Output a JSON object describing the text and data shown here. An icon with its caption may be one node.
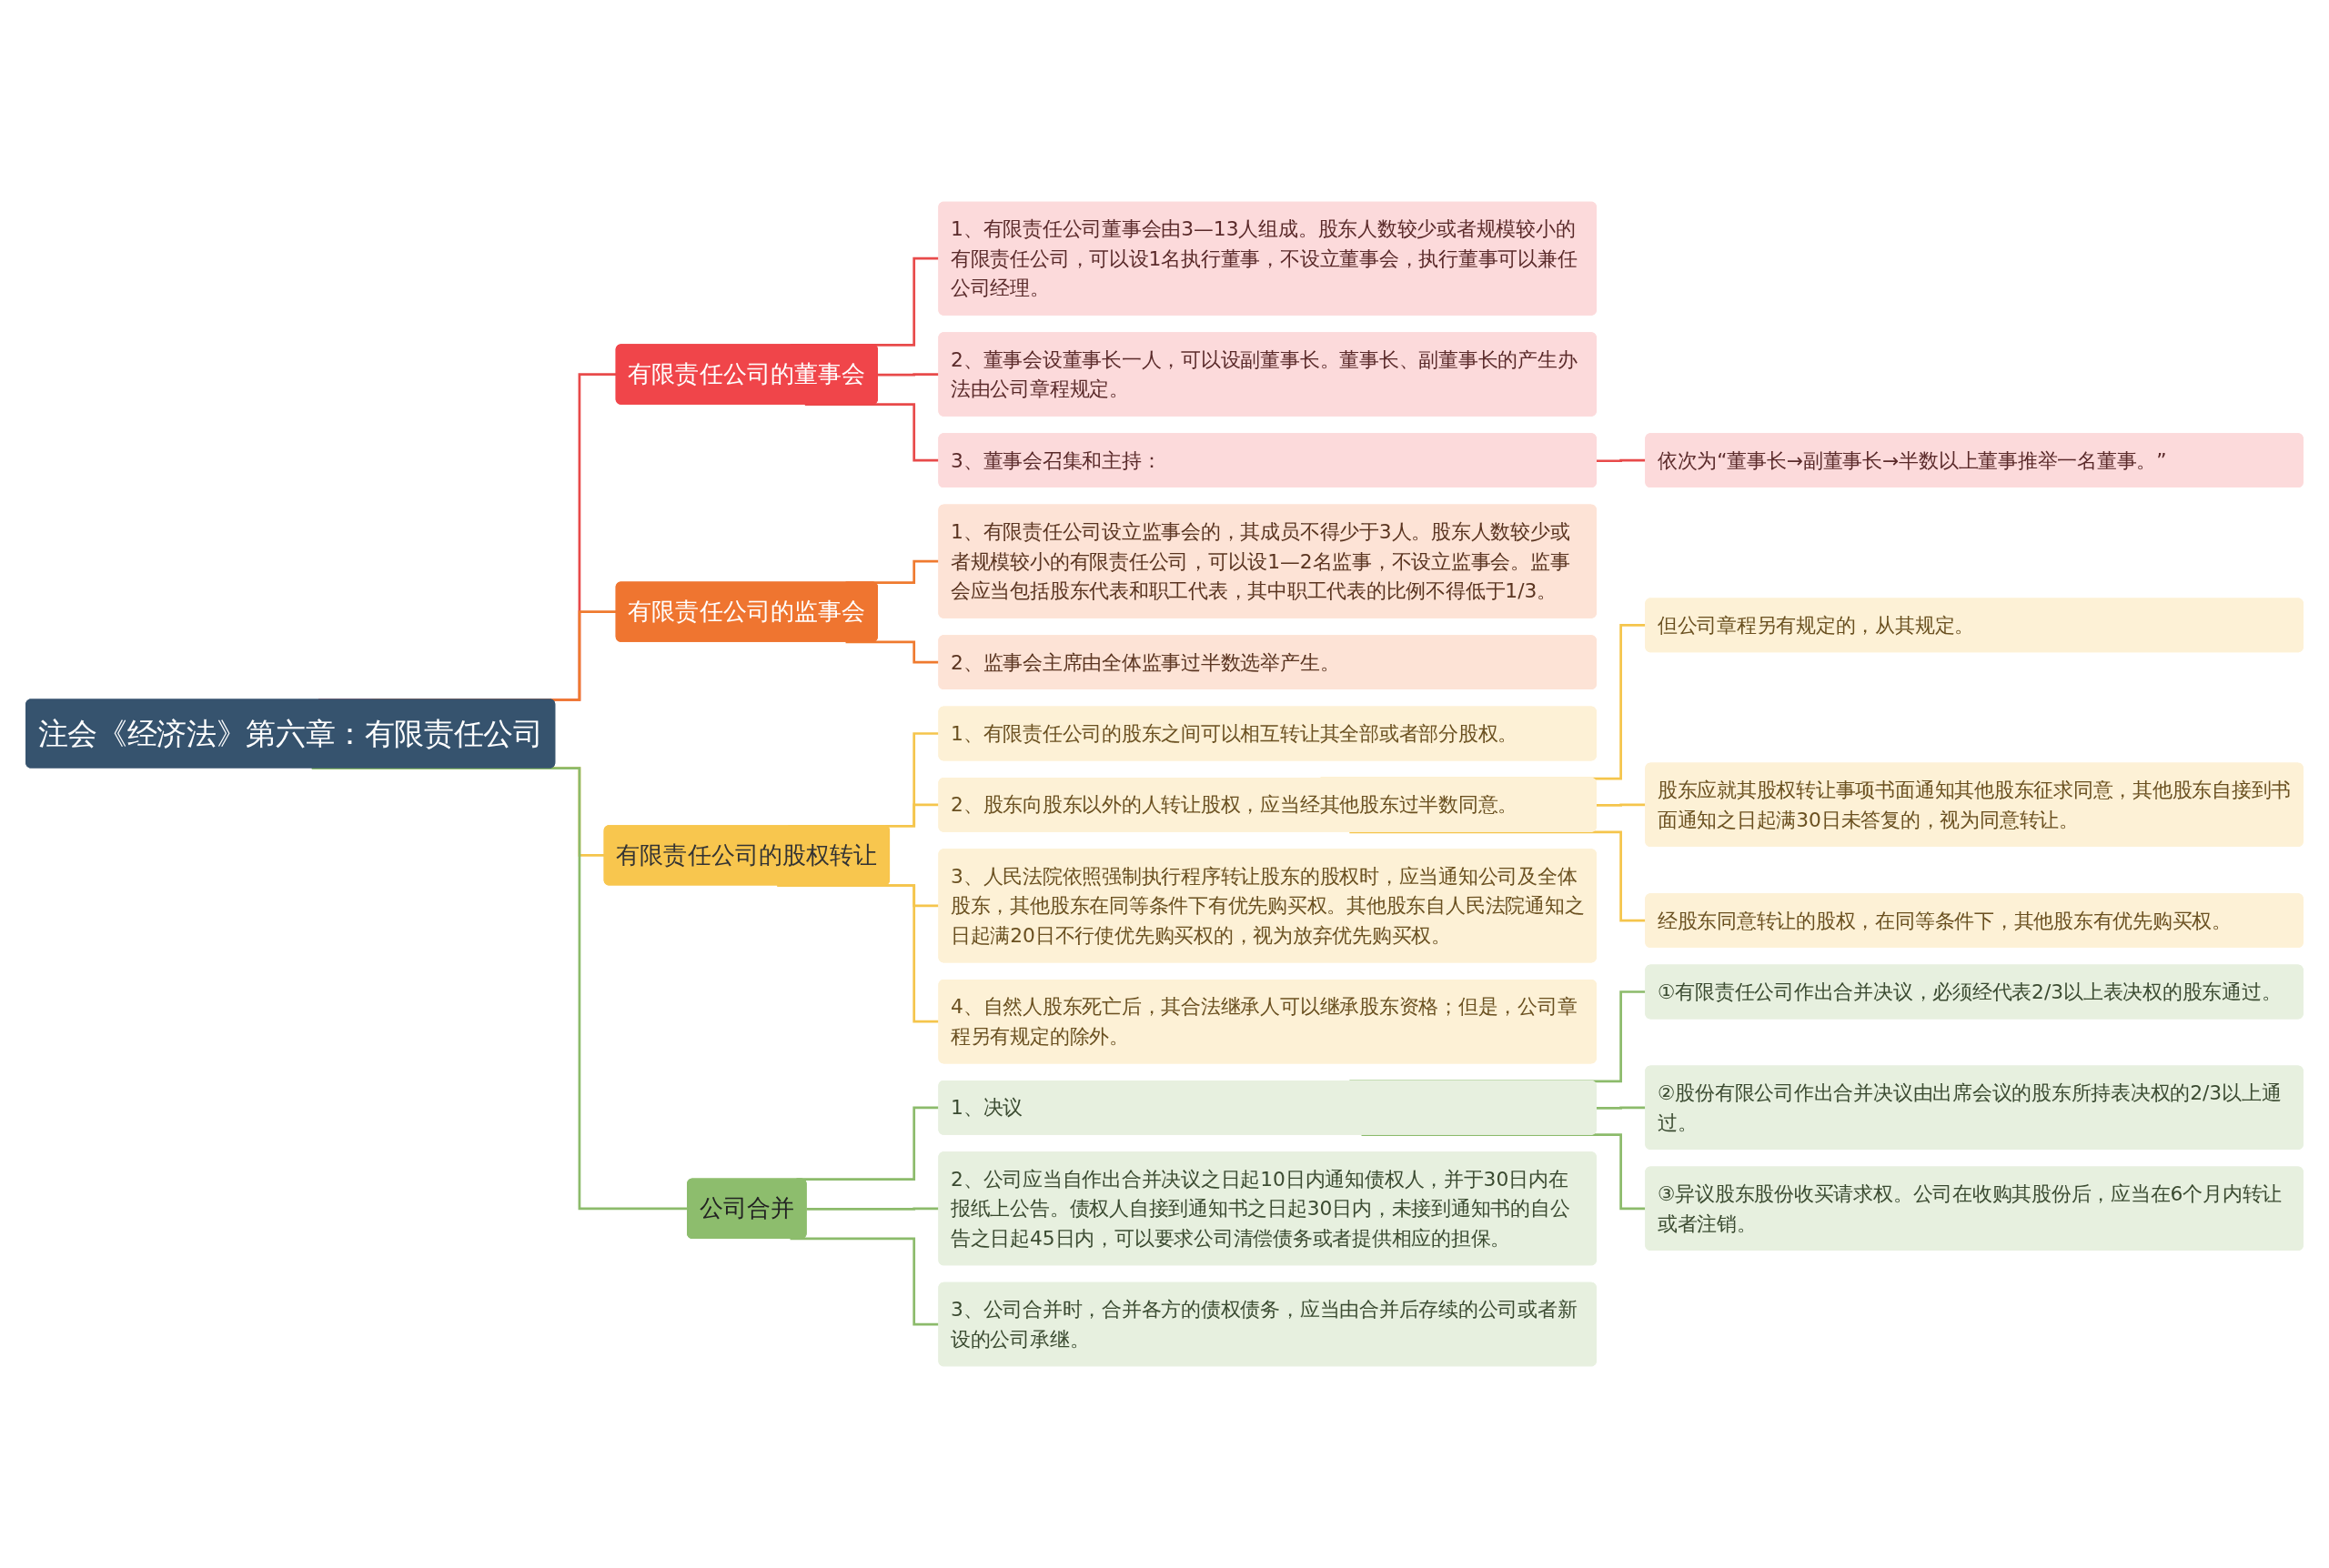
{
  "diagram": {
    "nodes": [
      {
        "text": [
          "注会《经济法》第六章：有限责任公司"
        ]
      },
      {
        "text": [
          "有限责任公司的董事会"
        ]
      },
      {
        "text": [
          "1、有限责任公司董事会由3—13人组成。股东人数较少或者规模较小的有限责任公司，可以设1名执行董事，不设立董事会，执行董事可以兼任公司经理。"
        ]
      },
      {
        "text": [
          "2、董事会设董事长一人，可以设副董事长。董事长、副董事长的产生办法由公司章程规定。"
        ]
      },
      {
        "text": [
          "3、董事会召集和主持："
        ]
      },
      {
        "text": [
          "依次为“董事长→副董事长→半数以上董事推举一名董事。”"
        ]
      },
      {
        "text": [
          "有限责任公司的监事会"
        ]
      },
      {
        "text": [
          "1、有限责任公司设立监事会的，其成员不得少于3人。股东人数较少或者规模较小的有限责任公司，可以设1—2名监事，不设立监事会。监事会应当包括股东代表和职工代表，其中职工代表的比例不得低于1/3。"
        ]
      },
      {
        "text": [
          "2、监事会主席由全体监事过半数选举产生。"
        ]
      },
      {
        "text": [
          "有限责任公司的股权转让"
        ]
      },
      {
        "text": [
          "1、有限责任公司的股东之间可以相互转让其全部或者部分股权。"
        ]
      },
      {
        "text": [
          "2、股东向股东以外的人转让股权，应当经其他股东过半数同意。"
        ]
      },
      {
        "text": [
          "但公司章程另有规定的，从其规定。"
        ]
      },
      {
        "text": [
          "股东应就其股权转让事项书面通知其他股东征求同意，其他股东自接到书面通知之日起满30日未答复的，视为同意转让。"
        ]
      },
      {
        "text": [
          "经股东同意转让的股权，在同等条件下，其他股东有优先购买权。"
        ]
      },
      {
        "text": [
          "3、人民法院依照强制执行程序转让股东的股权时，应当通知公司及全体股东，其他股东在同等条件下有优先购买权。其他股东自人民法院通知之日起满20日不行使优先购买权的，视为放弃优先购买权。"
        ]
      },
      {
        "text": [
          "4、自然人股东死亡后，其合法继承人可以继承股东资格；但是，公司章程另有规定的除外。"
        ]
      },
      {
        "text": [
          "公司合并"
        ]
      },
      {
        "text": [
          "1、决议"
        ]
      },
      {
        "text": [
          "①有限责任公司作出合并决议，必须经代表2/3以上表决权的股东通过。"
        ]
      },
      {
        "text": [
          "②股份有限公司作出合并决议由出席会议的股东所持表决权的2/3以上通过。"
        ]
      },
      {
        "text": [
          "③异议股东股份收买请求权。公司在收购其股份后，应当在6个月内转让或者注销。"
        ]
      },
      {
        "text": [
          "2、公司应当自作出合并决议之日起10日内通知债权人，并于30日内在报纸上公告。债权人自接到通知书之日起30日内，未接到通知书的自公告之日起45日内，可以要求公司清偿债务或者提供相应的担保。"
        ]
      },
      {
        "text": [
          "3、公司合并时，合并各方的债权债务，应当由合并后存续的公司或者新设的公司承继。"
        ]
      }
    ],
    "edges": [
      {
        "from": 0,
        "to": 1,
        "arrow": "none",
        "color": "#e84a4a"
      },
      {
        "from": 1,
        "to": 2,
        "arrow": "none",
        "color": "#e84a4a"
      },
      {
        "from": 1,
        "to": 3,
        "arrow": "none",
        "color": "#e84a4a"
      },
      {
        "from": 1,
        "to": 4,
        "arrow": "none",
        "color": "#e84a4a"
      },
      {
        "from": 4,
        "to": 5,
        "arrow": "none",
        "color": "#e84a4a"
      },
      {
        "from": 0,
        "to": 6,
        "arrow": "none",
        "color": "#ef7a2f"
      },
      {
        "from": 6,
        "to": 7,
        "arrow": "none",
        "color": "#ef7a2f"
      },
      {
        "from": 6,
        "to": 8,
        "arrow": "none",
        "color": "#ef7a2f"
      },
      {
        "from": 0,
        "to": 9,
        "arrow": "none"
      },
      {
        "from": 9,
        "to": 10,
        "arrow": "none"
      },
      {
        "from": 9,
        "to": 11,
        "arrow": "none"
      },
      {
        "from": 11,
        "to": 12,
        "arrow": "none"
      },
      {
        "from": 11,
        "to": 13,
        "arrow": "none"
      },
      {
        "from": 11,
        "to": 14,
        "arrow": "none"
      },
      {
        "from": 9,
        "to": 15,
        "arrow": "none"
      },
      {
        "from": 9,
        "to": 16,
        "arrow": "none"
      },
      {
        "from": 0,
        "to": 17,
        "arrow": "none",
        "color": "#8cbb6b"
      },
      {
        "from": 17,
        "to": 18,
        "arrow": "none",
        "color": "#8cbb6b"
      },
      {
        "from": 18,
        "to": 19,
        "arrow": "none",
        "color": "#8cbb6b"
      },
      {
        "from": 18,
        "to": 20,
        "arrow": "none",
        "color": "#8cbb6b"
      },
      {
        "from": 18,
        "to": 21,
        "arrow": "none",
        "color": "#8cbb6b"
      },
      {
        "from": 17,
        "to": 22,
        "arrow": "none",
        "color": "#8cbb6b"
      },
      {
        "from": 17,
        "to": 23,
        "arrow": "none",
        "color": "#8cbb6b"
      }
    ]
  }
}
